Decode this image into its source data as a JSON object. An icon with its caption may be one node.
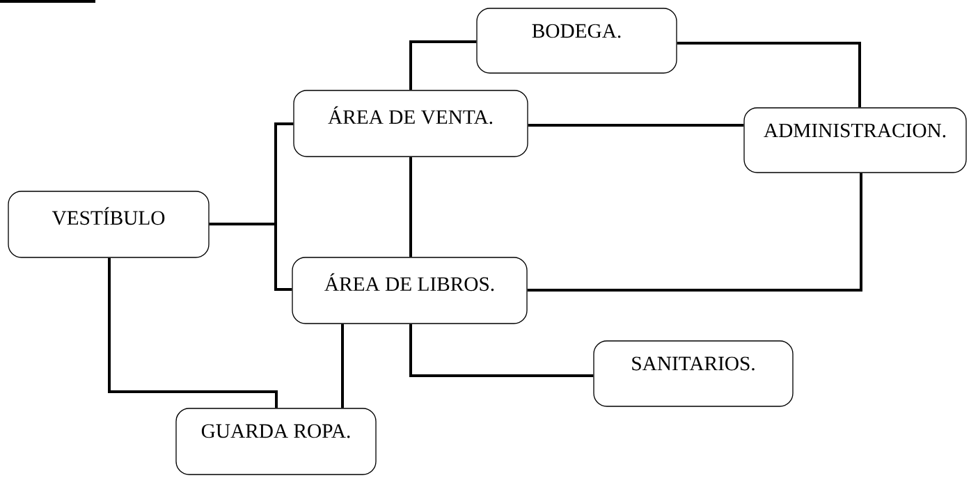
{
  "diagram": {
    "nodes": [
      {
        "text": [
          "BODEGA."
        ]
      },
      {
        "text": [
          "ÁREA DE VENTA."
        ]
      },
      {
        "text": [
          "ADMINISTRACION."
        ]
      },
      {
        "text": [
          "VESTÍBULO"
        ]
      },
      {
        "text": [
          "ÁREA DE LIBROS."
        ]
      },
      {
        "text": [
          "SANITARIOS."
        ]
      },
      {
        "text": [
          "GUARDA ROPA."
        ]
      }
    ],
    "edges": [
      {
        "from": 0,
        "to": 1,
        "arrow": "none"
      },
      {
        "from": 0,
        "to": 2,
        "arrow": "none"
      },
      {
        "from": 1,
        "to": 2,
        "arrow": "none"
      },
      {
        "from": 3,
        "to": 1,
        "arrow": "none"
      },
      {
        "from": 3,
        "to": 4,
        "arrow": "none"
      },
      {
        "from": 1,
        "to": 4,
        "arrow": "none"
      },
      {
        "from": 4,
        "to": 2,
        "arrow": "none"
      },
      {
        "from": 4,
        "to": 5,
        "arrow": "none"
      },
      {
        "from": 4,
        "to": 6,
        "arrow": "none"
      },
      {
        "from": 3,
        "to": 6,
        "arrow": "none"
      }
    ]
  }
}
